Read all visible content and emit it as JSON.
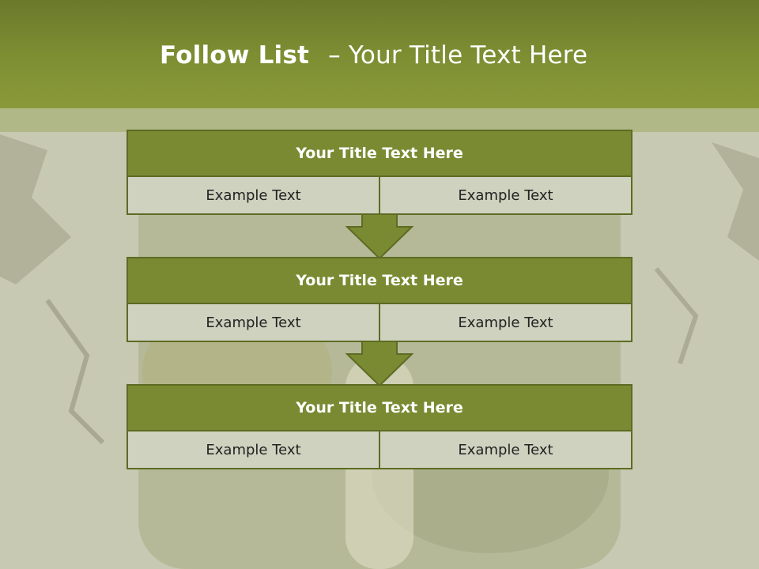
{
  "header": {
    "title_bold": "Follow List",
    "title_rest": "– Your Title Text Here"
  },
  "blocks": [
    {
      "title": "Your Title Text Here",
      "cells": [
        "Example Text",
        "Example Text"
      ]
    },
    {
      "title": "Your Title Text Here",
      "cells": [
        "Example Text",
        "Example Text"
      ]
    },
    {
      "title": "Your Title Text Here",
      "cells": [
        "Example Text",
        "Example Text"
      ]
    }
  ],
  "colors": {
    "header_green": "#7e8f33",
    "block_title": "#7a8a32",
    "block_border": "#5d6b24",
    "cell_bg": "#cfd2bf",
    "arrow_fill": "#7a8a32"
  }
}
